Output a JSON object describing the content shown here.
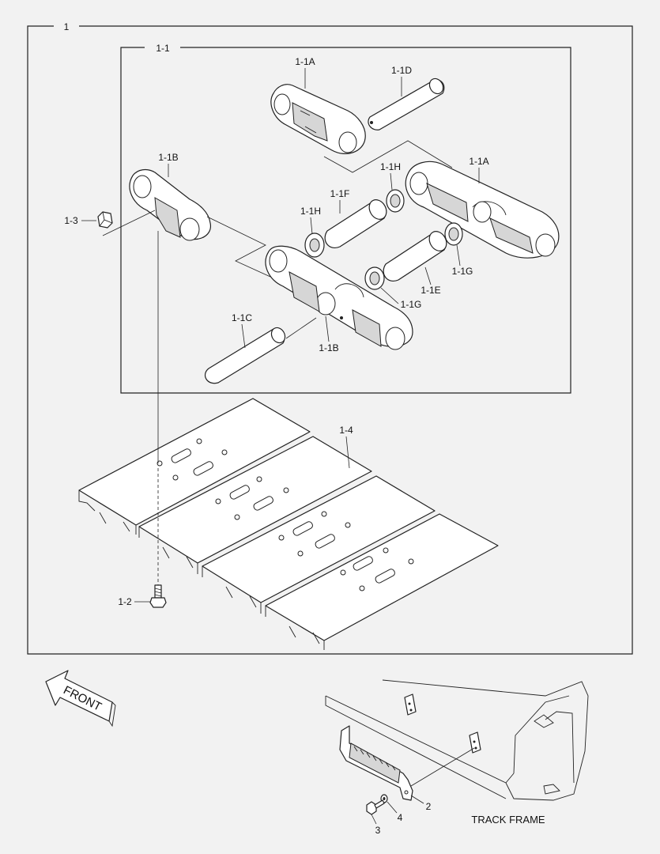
{
  "labels": {
    "assembly": "1",
    "link_assembly": "1-1",
    "link_a_top": "1-1A",
    "pin_d": "1-1D",
    "link_b_left": "1-1B",
    "link_a_right": "1-1A",
    "seal_h_right": "1-1H",
    "bushing_f": "1-1F",
    "seal_h_left": "1-1H",
    "nut": "1-3",
    "seal_g_right": "1-1G",
    "bushing_e": "1-1E",
    "seal_g_left": "1-1G",
    "pin_c": "1-1C",
    "link_b_bottom": "1-1B",
    "shoe": "1-4",
    "bolt": "1-2",
    "guard": "2",
    "guard_bolt": "3",
    "washer": "4"
  },
  "front_arrow": "FRONT",
  "track_frame": "TRACK FRAME"
}
